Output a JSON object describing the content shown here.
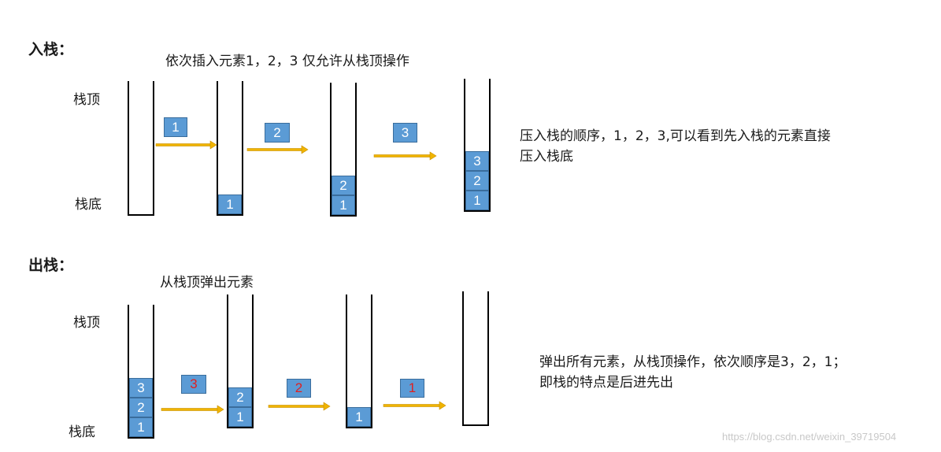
{
  "push": {
    "heading": "入栈：",
    "caption": "依次插入元素1，2，3  仅允许从栈顶操作",
    "top_label": "栈顶",
    "bottom_label": "栈底",
    "steps": [
      {
        "moving": "1"
      },
      {
        "moving": "2"
      },
      {
        "moving": "3"
      }
    ],
    "stacks": [
      [],
      [
        "1"
      ],
      [
        "1",
        "2"
      ],
      [
        "1",
        "2",
        "3"
      ]
    ],
    "note_line1": "压入栈的顺序，1，2，3,可以看到先入栈的元素直接",
    "note_line2": "压入栈底"
  },
  "pop": {
    "heading": "出栈：",
    "caption": "从栈顶弹出元素",
    "top_label": "栈顶",
    "bottom_label": "栈底",
    "steps": [
      {
        "moving": "3"
      },
      {
        "moving": "2"
      },
      {
        "moving": "1"
      }
    ],
    "stacks": [
      [
        "1",
        "2",
        "3"
      ],
      [
        "1",
        "2"
      ],
      [
        "1"
      ],
      []
    ],
    "note_line1": "弹出所有元素，从栈顶操作，依次顺序是3，2，1；",
    "note_line2": "即栈的特点是后进先出"
  },
  "colors": {
    "block_fill": "#5b9bd5",
    "arrow": "#f0b400",
    "push_number": "#ffffff",
    "pop_number": "#e02020"
  },
  "watermark": "https://blog.csdn.net/weixin_39719504"
}
